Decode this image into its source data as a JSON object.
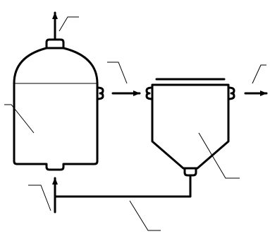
{
  "diagram": {
    "type": "process-flow-schematic",
    "components": [
      {
        "id": "vessel",
        "kind": "domed-cylindrical-tank"
      },
      {
        "id": "hopper",
        "kind": "conical-bottom-tank"
      }
    ],
    "flows": [
      {
        "from": "vessel",
        "to": "atmosphere",
        "direction": "up"
      },
      {
        "from": "vessel",
        "to": "hopper",
        "direction": "right"
      },
      {
        "from": "hopper",
        "to": "outlet",
        "direction": "right"
      },
      {
        "from": "hopper",
        "to": "vessel",
        "direction": "return-loop"
      }
    ],
    "colors": {
      "line": "#000000",
      "background": "#ffffff"
    }
  }
}
